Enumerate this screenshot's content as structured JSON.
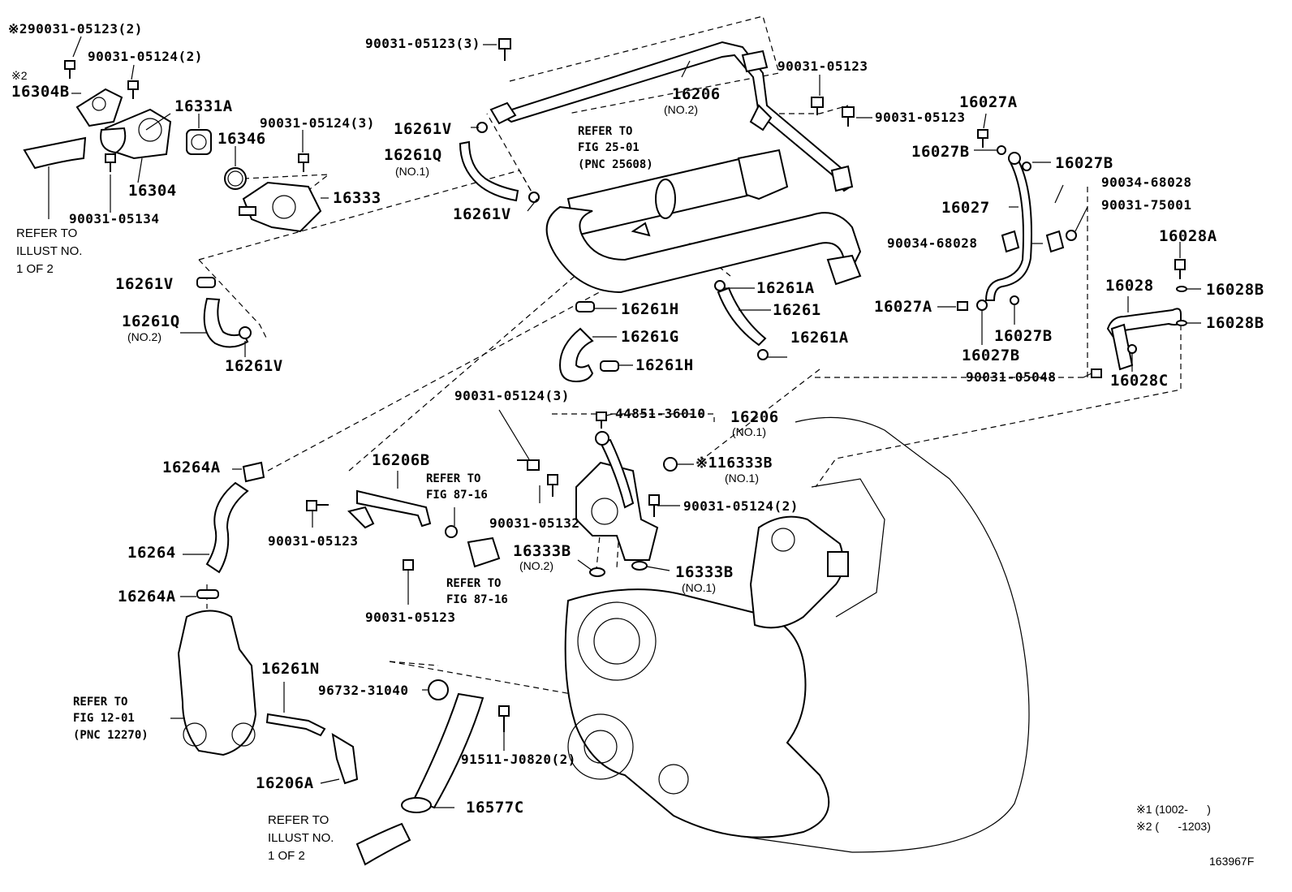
{
  "diagram_code": "163967F",
  "footnotes": [
    "※1 (1002-      )",
    "※2 (      -1203)"
  ],
  "labels": {
    "p1": "※290031-05123(2)",
    "p2": "90031-05124(2)",
    "p3a": "※2",
    "p3b": "16304B",
    "p4": "16331A",
    "p5": "16346",
    "p6": "90031-05124(3)",
    "p7": "16304",
    "p8": "16333",
    "p9": "90031-05134",
    "p10": "90031-05123(3)",
    "p11": "16206",
    "p11s": "(NO.2)",
    "p12": "90031-05123",
    "p13": "90031-05123",
    "p14": "16261V",
    "p15": "16261Q",
    "p15s": "(NO.1)",
    "p16": "16261V",
    "p17": "16261V",
    "p18": "16261Q",
    "p18s": "(NO.2)",
    "p19": "16261V",
    "p20": "16261H",
    "p21": "16261G",
    "p22": "16261H",
    "p23": "16261A",
    "p24": "16261",
    "p25": "16261A",
    "p26": "16027A",
    "p27": "16027B",
    "p28": "16027B",
    "p29": "90034-68028",
    "p30": "16027",
    "p31": "90031-75001",
    "p32": "90034-68028",
    "p33": "16028A",
    "p34": "16028",
    "p35": "16028B",
    "p36": "16027A",
    "p37": "16027B",
    "p38": "16028B",
    "p39": "16027B",
    "p40": "90031-05048",
    "p41": "16028C",
    "p42": "90031-05124(3)",
    "p43": "44851-36010",
    "p44": "16206",
    "p44s": "(NO.1)",
    "p45": "※116333B",
    "p45s": "(NO.1)",
    "p46": "16264A",
    "p47": "16206B",
    "p48": "90031-05123",
    "p49": "90031-05132",
    "p50": "90031-05124(2)",
    "p51": "16264",
    "p52": "16333B",
    "p52s": "(NO.2)",
    "p53": "16333B",
    "p53s": "(NO.1)",
    "p54": "16264A",
    "p55": "90031-05123",
    "p56": "16261N",
    "p57": "96732-31040",
    "p58": "91511-J0820(2)",
    "p59": "16206A",
    "p60": "16577C"
  },
  "refs": {
    "r1": [
      "REFER TO",
      "ILLUST NO.",
      "1 OF 2"
    ],
    "r2": [
      "REFER TO",
      "FIG 25-01",
      "(PNC 25608)"
    ],
    "r3": [
      "REFER TO",
      "FIG 87-16"
    ],
    "r4": [
      "REFER TO",
      "FIG 87-16"
    ],
    "r5": [
      "REFER TO",
      "FIG 12-01",
      "(PNC 12270)"
    ],
    "r6": [
      "REFER TO",
      "ILLUST NO.",
      "1 OF 2"
    ]
  }
}
